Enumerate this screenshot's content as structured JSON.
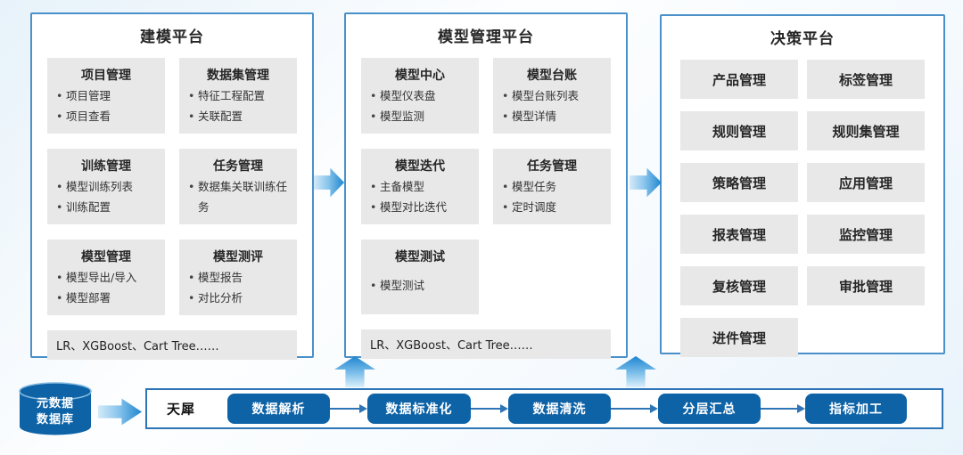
{
  "colors": {
    "panel_border": "#4A90C9",
    "card_bg": "#E8E8E8",
    "dark_blue": "#0E63A7",
    "bar_border": "#2E75B6",
    "arrow_gradient_light": "#D3EAF9",
    "arrow_gradient_dark": "#1E86D0"
  },
  "panels": [
    {
      "title": "建模平台",
      "cards": [
        {
          "title": "项目管理",
          "items": [
            "项目管理",
            "项目查看"
          ]
        },
        {
          "title": "数据集管理",
          "items": [
            "特征工程配置",
            "关联配置"
          ]
        },
        {
          "title": "训练管理",
          "items": [
            "模型训练列表",
            "训练配置"
          ]
        },
        {
          "title": "任务管理",
          "items": [
            "数据集关联训练任务"
          ]
        },
        {
          "title": "模型管理",
          "items": [
            "模型导出/导入",
            "模型部署"
          ]
        },
        {
          "title": "模型测评",
          "items": [
            "模型报告",
            "对比分析"
          ]
        }
      ],
      "footer": "LR、XGBoost、Cart Tree……"
    },
    {
      "title": "模型管理平台",
      "cards": [
        {
          "title": "模型中心",
          "items": [
            "模型仪表盘",
            "模型监测"
          ]
        },
        {
          "title": "模型台账",
          "items": [
            "模型台账列表",
            "模型详情"
          ]
        },
        {
          "title": "模型迭代",
          "items": [
            "主备模型",
            "模型对比迭代"
          ]
        },
        {
          "title": "任务管理",
          "items": [
            "模型任务",
            "定时调度"
          ]
        },
        {
          "title": "模型测试",
          "items": [
            "模型测试"
          ]
        }
      ],
      "footer": "LR、XGBoost、Cart Tree……"
    },
    {
      "title": "决策平台",
      "tiles": [
        "产品管理",
        "标签管理",
        "规则管理",
        "规则集管理",
        "策略管理",
        "应用管理",
        "报表管理",
        "监控管理",
        "复核管理",
        "审批管理",
        "进件管理"
      ]
    }
  ],
  "pipeline": {
    "database": {
      "line1": "元数据",
      "line2": "数据库"
    },
    "engine_label": "天犀",
    "steps": [
      "数据解析",
      "数据标准化",
      "数据清洗",
      "分层汇总",
      "指标加工"
    ]
  }
}
